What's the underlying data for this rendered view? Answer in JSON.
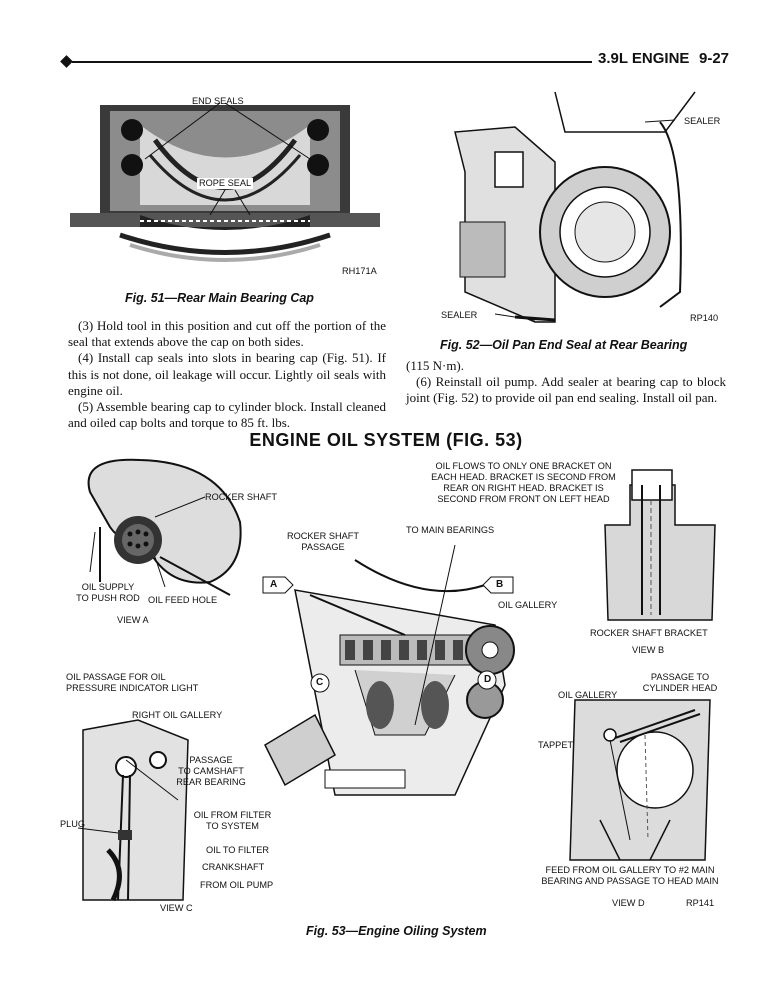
{
  "header": {
    "section": "3.9L ENGINE",
    "page_number": "9-27"
  },
  "fig51": {
    "label_end_seals": "END SEALS",
    "label_rope_seal": "ROPE SEAL",
    "code": "RH171A",
    "caption": "Fig. 51—Rear Main Bearing Cap"
  },
  "fig52": {
    "label_sealer_top": "SEALER",
    "label_sealer_bottom": "SEALER",
    "code": "RP140",
    "caption": "Fig. 52—Oil Pan End Seal at Rear Bearing"
  },
  "text_left": {
    "p3": "(3) Hold tool in this position and cut off the portion of the seal that extends above the cap on both sides.",
    "p4": "(4) Install cap seals into slots in bearing cap (Fig. 51). If this is not done, oil leakage will occur. Lightly oil seals with engine oil.",
    "p5": "(5) Assemble bearing cap to cylinder block. Install cleaned and oiled cap bolts and torque to 85 ft. lbs."
  },
  "text_right": {
    "cont": "(115 N·m).",
    "p6": "(6) Reinstall oil pump. Add sealer at bearing cap to block joint (Fig. 52) to provide oil pan end sealing. Install oil pan."
  },
  "section_title": "ENGINE OIL SYSTEM (FIG. 53)",
  "fig53": {
    "view_a": {
      "rocker_shaft": "ROCKER SHAFT",
      "oil_supply_1": "OIL SUPPLY",
      "oil_supply_2": "TO PUSH ROD",
      "oil_feed_hole": "OIL FEED HOLE",
      "title": "VIEW A"
    },
    "center": {
      "rocker_shaft_passage_1": "ROCKER SHAFT",
      "rocker_shaft_passage_2": "PASSAGE",
      "to_main_bearings": "TO MAIN BEARINGS",
      "oil_gallery": "OIL GALLERY",
      "oil_flows_1": "OIL FLOWS TO ONLY ONE BRACKET ON",
      "oil_flows_2": "EACH HEAD. BRACKET IS SECOND FROM",
      "oil_flows_3": "REAR ON RIGHT HEAD. BRACKET IS",
      "oil_flows_4": "SECOND FROM FRONT ON LEFT HEAD",
      "marker_a": "A",
      "marker_b": "B",
      "marker_c": "C",
      "marker_d": "D"
    },
    "view_b": {
      "rocker_shaft_bracket": "ROCKER SHAFT BRACKET",
      "title": "VIEW B"
    },
    "view_c": {
      "oil_passage_1": "OIL PASSAGE FOR OIL",
      "oil_passage_2": "PRESSURE INDICATOR LIGHT",
      "right_oil_gallery": "RIGHT OIL GALLERY",
      "passage_1": "PASSAGE",
      "passage_2": "TO CAMSHAFT",
      "passage_3": "REAR BEARING",
      "plug": "PLUG",
      "oil_from_filter_1": "OIL FROM FILTER",
      "oil_from_filter_2": "TO SYSTEM",
      "oil_to_filter": "OIL TO FILTER",
      "crankshaft": "CRANKSHAFT",
      "from_oil_pump": "FROM OIL PUMP",
      "title": "VIEW C"
    },
    "view_d": {
      "passage_1": "PASSAGE TO",
      "passage_2": "CYLINDER HEAD",
      "oil_gallery": "OIL GALLERY",
      "tappet": "TAPPET",
      "feed_1": "FEED FROM OIL GALLERY TO #2 MAIN",
      "feed_2": "BEARING AND PASSAGE TO HEAD MAIN",
      "title": "VIEW D"
    },
    "code": "RP141",
    "caption": "Fig. 53—Engine Oiling System"
  }
}
